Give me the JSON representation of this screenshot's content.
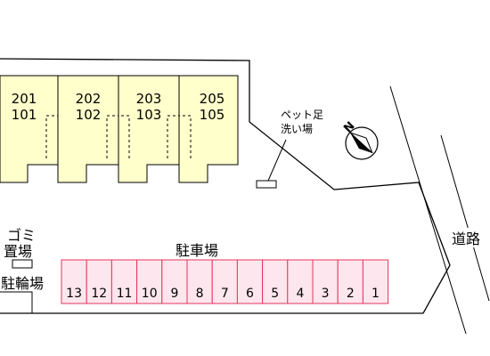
{
  "colors": {
    "unit_fill": "#ffffcc",
    "parking_stroke": "#e3365a",
    "parking_fill": "#fde6ee",
    "outline": "#000000",
    "background": "#ffffff"
  },
  "units": [
    {
      "upper": "201",
      "lower": "101"
    },
    {
      "upper": "202",
      "lower": "102"
    },
    {
      "upper": "203",
      "lower": "103"
    },
    {
      "upper": "205",
      "lower": "105"
    }
  ],
  "parking": {
    "title": "駐車場",
    "spaces": [
      "13",
      "12",
      "11",
      "10",
      "9",
      "8",
      "7",
      "6",
      "5",
      "4",
      "3",
      "2",
      "1"
    ]
  },
  "labels": {
    "pet_wash_line1": "ペット足",
    "pet_wash_line2": "洗い場",
    "garbage_line1": "ゴミ",
    "garbage_line2": "置場",
    "bicycle": "駐輪場",
    "road": "道路",
    "north": "N"
  }
}
